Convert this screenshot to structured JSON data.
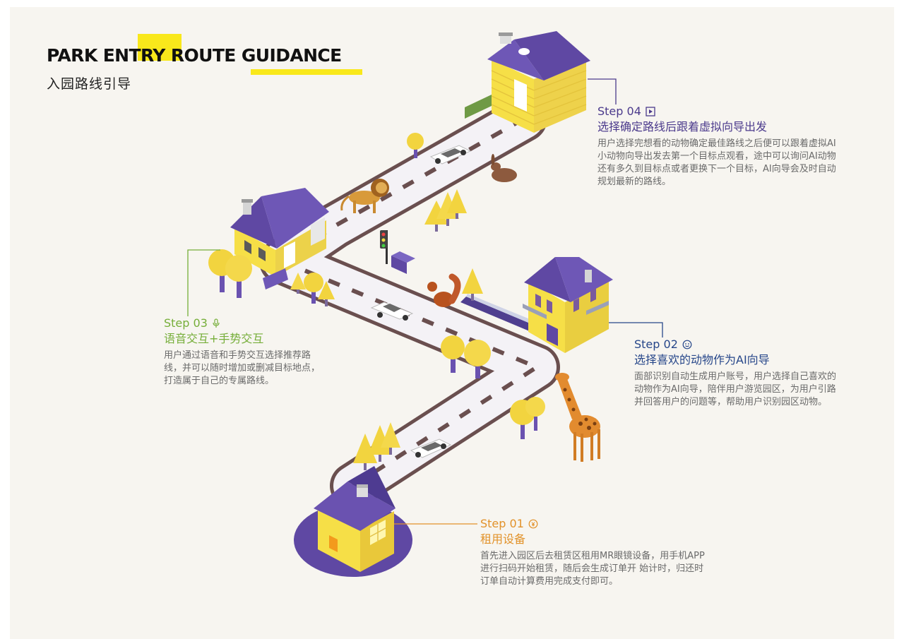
{
  "header": {
    "title_en": "PARK ENTRY ROUTE GUIDANCE",
    "title_cn": "入园路线引导"
  },
  "steps": [
    {
      "id": "step-01",
      "label": "Step 01",
      "icon": "coin-icon",
      "title": "租用设备",
      "desc": "首先进入园区后去租赁区租用MR眼镜设备，用手机APP进行扫码开始租赁，随后会生成订单开 始计时，归还时订单自动计算费用完成支付即可。"
    },
    {
      "id": "step-02",
      "label": "Step 02",
      "icon": "face-icon",
      "title": "选择喜欢的动物作为AI向导",
      "desc": "面部识别自动生成用户账号，用户选择自己喜欢的动物作为AI向导，陪伴用户游览园区，为用户引路并回答用户的问题等，帮助用户识别园区动物。"
    },
    {
      "id": "step-03",
      "label": "Step 03",
      "icon": "microphone-icon",
      "title": "语音交互+手势交互",
      "desc": "用户通过语音和手势交互选择推荐路线，并可以随时增加或删减目标地点，打造属于自己的专属路线。"
    },
    {
      "id": "step-04",
      "label": "Step 04",
      "icon": "play-icon",
      "title": "选择确定路线后跟着虚拟向导出发",
      "desc": "用户选择完想看的动物确定最佳路线之后便可以跟着虚拟AI小动物向导出发去第一个目标点观看，途中可以询问AI动物还有多久到目标点或者更换下一个目标，AI向导会及时自动规划最新的路线。"
    }
  ],
  "colors": {
    "accent_yellow": "#f9e81b",
    "step01": "#e2922a",
    "step02": "#27478a",
    "step03": "#76ae39",
    "step04": "#4b3a8c",
    "roof_purple": "#5f48a3",
    "house_yellow": "#f6df47",
    "road_border": "#6a4f4f",
    "tree_yellow": "#f2d43f"
  }
}
